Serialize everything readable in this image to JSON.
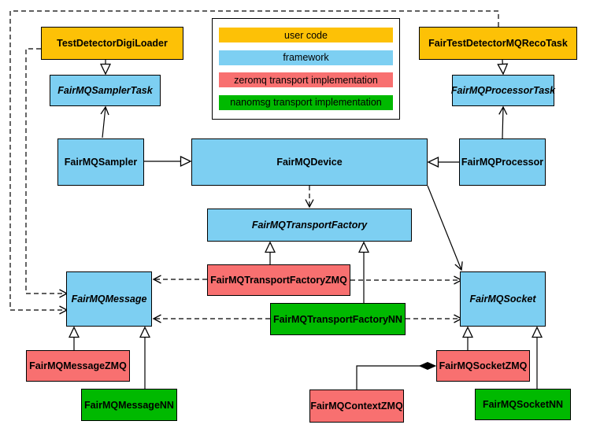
{
  "colors": {
    "user_code": "#FDC106",
    "framework": "#7DCFF2",
    "zeromq": "#F87070",
    "nanomsg": "#00B900",
    "line": "#000000",
    "background": "#FFFFFF"
  },
  "legend": {
    "items": [
      {
        "label": "user code",
        "category": "user_code"
      },
      {
        "label": "framework",
        "category": "framework"
      },
      {
        "label": "zeromq transport implementation",
        "category": "zeromq"
      },
      {
        "label": "nanomsg transport implementation",
        "category": "nanomsg"
      }
    ]
  },
  "nodes": {
    "testDetectorDigiLoader": {
      "label": "TestDetectorDigiLoader",
      "category": "user_code",
      "abstract": false
    },
    "fairTestDetectorMQRecoTask": {
      "label": "FairTestDetectorMQRecoTask",
      "category": "user_code",
      "abstract": false
    },
    "fairMQSamplerTask": {
      "label": "FairMQSamplerTask",
      "category": "framework",
      "abstract": true
    },
    "fairMQProcessorTask": {
      "label": "FairMQProcessorTask",
      "category": "framework",
      "abstract": true
    },
    "fairMQSampler": {
      "label": "FairMQSampler",
      "category": "framework",
      "abstract": false
    },
    "fairMQDevice": {
      "label": "FairMQDevice",
      "category": "framework",
      "abstract": false
    },
    "fairMQProcessor": {
      "label": "FairMQProcessor",
      "category": "framework",
      "abstract": false
    },
    "fairMQTransportFactory": {
      "label": "FairMQTransportFactory",
      "category": "framework",
      "abstract": true
    },
    "fairMQTransportFactoryZMQ": {
      "label": "FairMQTransportFactoryZMQ",
      "category": "zeromq",
      "abstract": false
    },
    "fairMQTransportFactoryNN": {
      "label": "FairMQTransportFactoryNN",
      "category": "nanomsg",
      "abstract": false
    },
    "fairMQMessage": {
      "label": "FairMQMessage",
      "category": "framework",
      "abstract": true
    },
    "fairMQSocket": {
      "label": "FairMQSocket",
      "category": "framework",
      "abstract": true
    },
    "fairMQMessageZMQ": {
      "label": "FairMQMessageZMQ",
      "category": "zeromq",
      "abstract": false
    },
    "fairMQMessageNN": {
      "label": "FairMQMessageNN",
      "category": "nanomsg",
      "abstract": false
    },
    "fairMQSocketZMQ": {
      "label": "FairMQSocketZMQ",
      "category": "zeromq",
      "abstract": false
    },
    "fairMQSocketNN": {
      "label": "FairMQSocketNN",
      "category": "nanomsg",
      "abstract": false
    },
    "fairMQContextZMQ": {
      "label": "FairMQContextZMQ",
      "category": "zeromq",
      "abstract": false
    }
  },
  "edges": [
    {
      "from": "TestDetectorDigiLoader",
      "to": "FairMQSamplerTask",
      "type": "inheritance"
    },
    {
      "from": "FairTestDetectorMQRecoTask",
      "to": "FairMQProcessorTask",
      "type": "inheritance"
    },
    {
      "from": "FairMQSampler",
      "to": "FairMQSamplerTask",
      "type": "association"
    },
    {
      "from": "FairMQProcessor",
      "to": "FairMQProcessorTask",
      "type": "association"
    },
    {
      "from": "FairMQSampler",
      "to": "FairMQDevice",
      "type": "inheritance"
    },
    {
      "from": "FairMQProcessor",
      "to": "FairMQDevice",
      "type": "inheritance"
    },
    {
      "from": "FairMQDevice",
      "to": "FairMQTransportFactory",
      "type": "dependency"
    },
    {
      "from": "FairMQDevice",
      "to": "FairMQSocket",
      "type": "association"
    },
    {
      "from": "FairMQTransportFactoryZMQ",
      "to": "FairMQTransportFactory",
      "type": "inheritance"
    },
    {
      "from": "FairMQTransportFactoryNN",
      "to": "FairMQTransportFactory",
      "type": "inheritance"
    },
    {
      "from": "FairMQTransportFactoryZMQ",
      "to": "FairMQMessage",
      "type": "dependency"
    },
    {
      "from": "FairMQTransportFactoryZMQ",
      "to": "FairMQSocket",
      "type": "dependency"
    },
    {
      "from": "FairMQTransportFactoryNN",
      "to": "FairMQMessage",
      "type": "dependency"
    },
    {
      "from": "FairMQTransportFactoryNN",
      "to": "FairMQSocket",
      "type": "dependency"
    },
    {
      "from": "TestDetectorDigiLoader",
      "to": "FairMQMessage",
      "type": "dependency"
    },
    {
      "from": "FairTestDetectorMQRecoTask",
      "to": "FairMQMessage",
      "type": "dependency"
    },
    {
      "from": "FairMQMessageZMQ",
      "to": "FairMQMessage",
      "type": "inheritance"
    },
    {
      "from": "FairMQMessageNN",
      "to": "FairMQMessage",
      "type": "inheritance"
    },
    {
      "from": "FairMQSocketZMQ",
      "to": "FairMQSocket",
      "type": "inheritance"
    },
    {
      "from": "FairMQSocketNN",
      "to": "FairMQSocket",
      "type": "inheritance"
    },
    {
      "from": "FairMQContextZMQ",
      "to": "FairMQSocketZMQ",
      "type": "composition"
    }
  ]
}
